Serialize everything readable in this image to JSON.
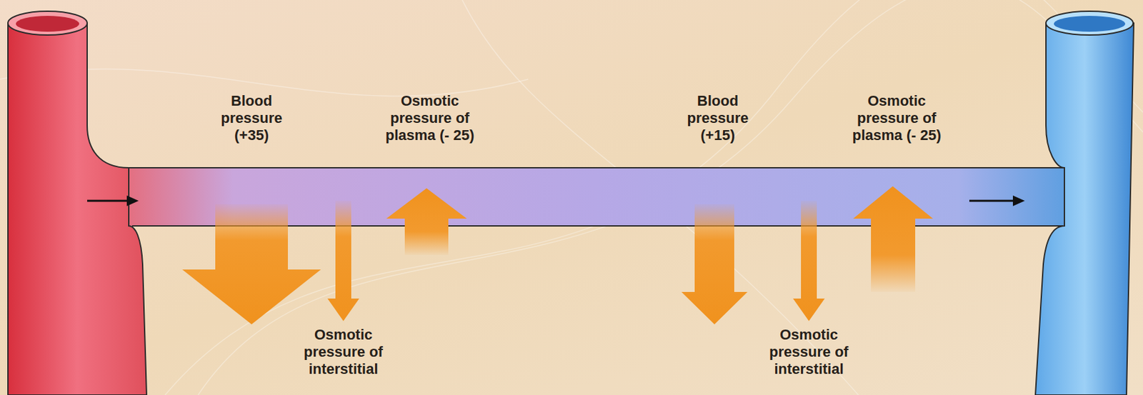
{
  "diagram": {
    "labels": [
      "Blood pressure (+35)",
      "Osmotic pressure of plasma (- 25)",
      "Osmotic pressure of interstitial",
      "Blood pressure (+15)",
      "Osmotic pressure of plasma (- 25)",
      "Osmotic pressure of interstitial"
    ]
  }
}
